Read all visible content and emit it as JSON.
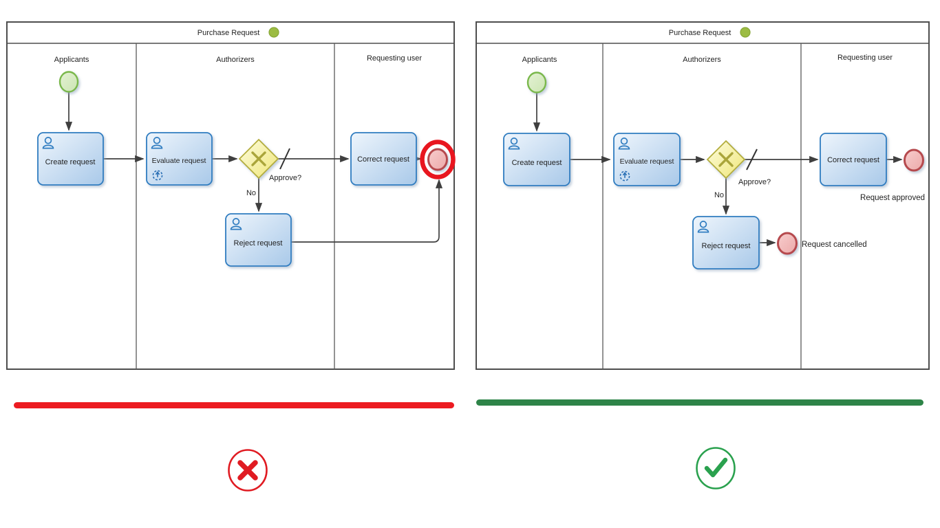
{
  "panels": {
    "left": {
      "verdict": "incorrect",
      "pool": {
        "title": "Purchase Request"
      },
      "lanes": {
        "applicants": "Applicants",
        "authorizers": "Authorizers",
        "requesting_user": "Requesting user"
      },
      "tasks": {
        "create": "Create request",
        "evaluate": "Evaluate request",
        "reject": "Reject request",
        "correct": "Correct request"
      },
      "labels": {
        "gateway_question": "Approve?",
        "gateway_no": "No"
      },
      "colors": {
        "underline": "#ec1b21",
        "verdict_icon": "#e01b22",
        "error_highlight_ring": "#e8161f"
      }
    },
    "right": {
      "verdict": "correct",
      "pool": {
        "title": "Purchase Request"
      },
      "lanes": {
        "applicants": "Applicants",
        "authorizers": "Authorizers",
        "requesting_user": "Requesting user"
      },
      "tasks": {
        "create": "Create request",
        "evaluate": "Evaluate request",
        "reject": "Reject request",
        "correct": "Correct request"
      },
      "labels": {
        "gateway_question": "Approve?",
        "gateway_no": "No",
        "end_approved": "Request approved",
        "end_cancelled": "Request cancelled"
      },
      "colors": {
        "underline": "#2e8448",
        "verdict_icon": "#2aa14e"
      }
    }
  },
  "palette": {
    "task_border": "#2f7cc0",
    "task_fill_light": "#eef5fc",
    "task_fill_dark": "#a9c9e9",
    "gateway_border": "#b3ad3c",
    "gateway_fill_light": "#fdfcde",
    "gateway_fill_dark": "#efe678",
    "start_event_border": "#7ab84c",
    "start_event_fill": "#dcedc8",
    "end_event_border": "#b64a4e",
    "end_event_fill": "#f6c9c9",
    "pool_border": "#4d4d4d",
    "flow_line": "#3f3f3f",
    "title_dot": "#9cbc43"
  }
}
